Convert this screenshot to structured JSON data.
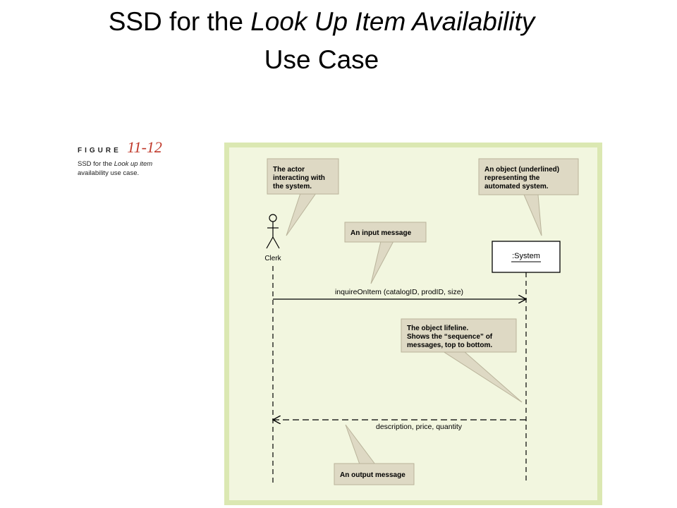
{
  "slide": {
    "title_prefix": "SSD for the ",
    "title_italic": "Look Up Item Availability",
    "title_suffix": " Use Case"
  },
  "figure": {
    "label": "FIGURE",
    "number": "11-12",
    "caption_prefix": "SSD for the ",
    "caption_italic": "Look up item",
    "caption_suffix": "availability use case."
  },
  "diagram": {
    "colors": {
      "outer": "#dbe8b2",
      "inner": "#f2f6df",
      "note": "#ded9c4",
      "note_border": "#b9b39a"
    },
    "actor": {
      "label": "Clerk"
    },
    "system": {
      "label": ":System"
    },
    "messages": {
      "input": "inquireOnItem (catalogID, prodID, size)",
      "output": "description, price, quantity"
    },
    "notes": {
      "actor": [
        "The actor",
        "interacting with",
        "the system."
      ],
      "object": [
        "An object (underlined)",
        "representing the",
        "automated system."
      ],
      "input": [
        "An input message"
      ],
      "lifeline": [
        "The object lifeline.",
        "Shows the “sequence” of",
        "messages, top to bottom."
      ],
      "output": [
        "An output message"
      ]
    }
  }
}
